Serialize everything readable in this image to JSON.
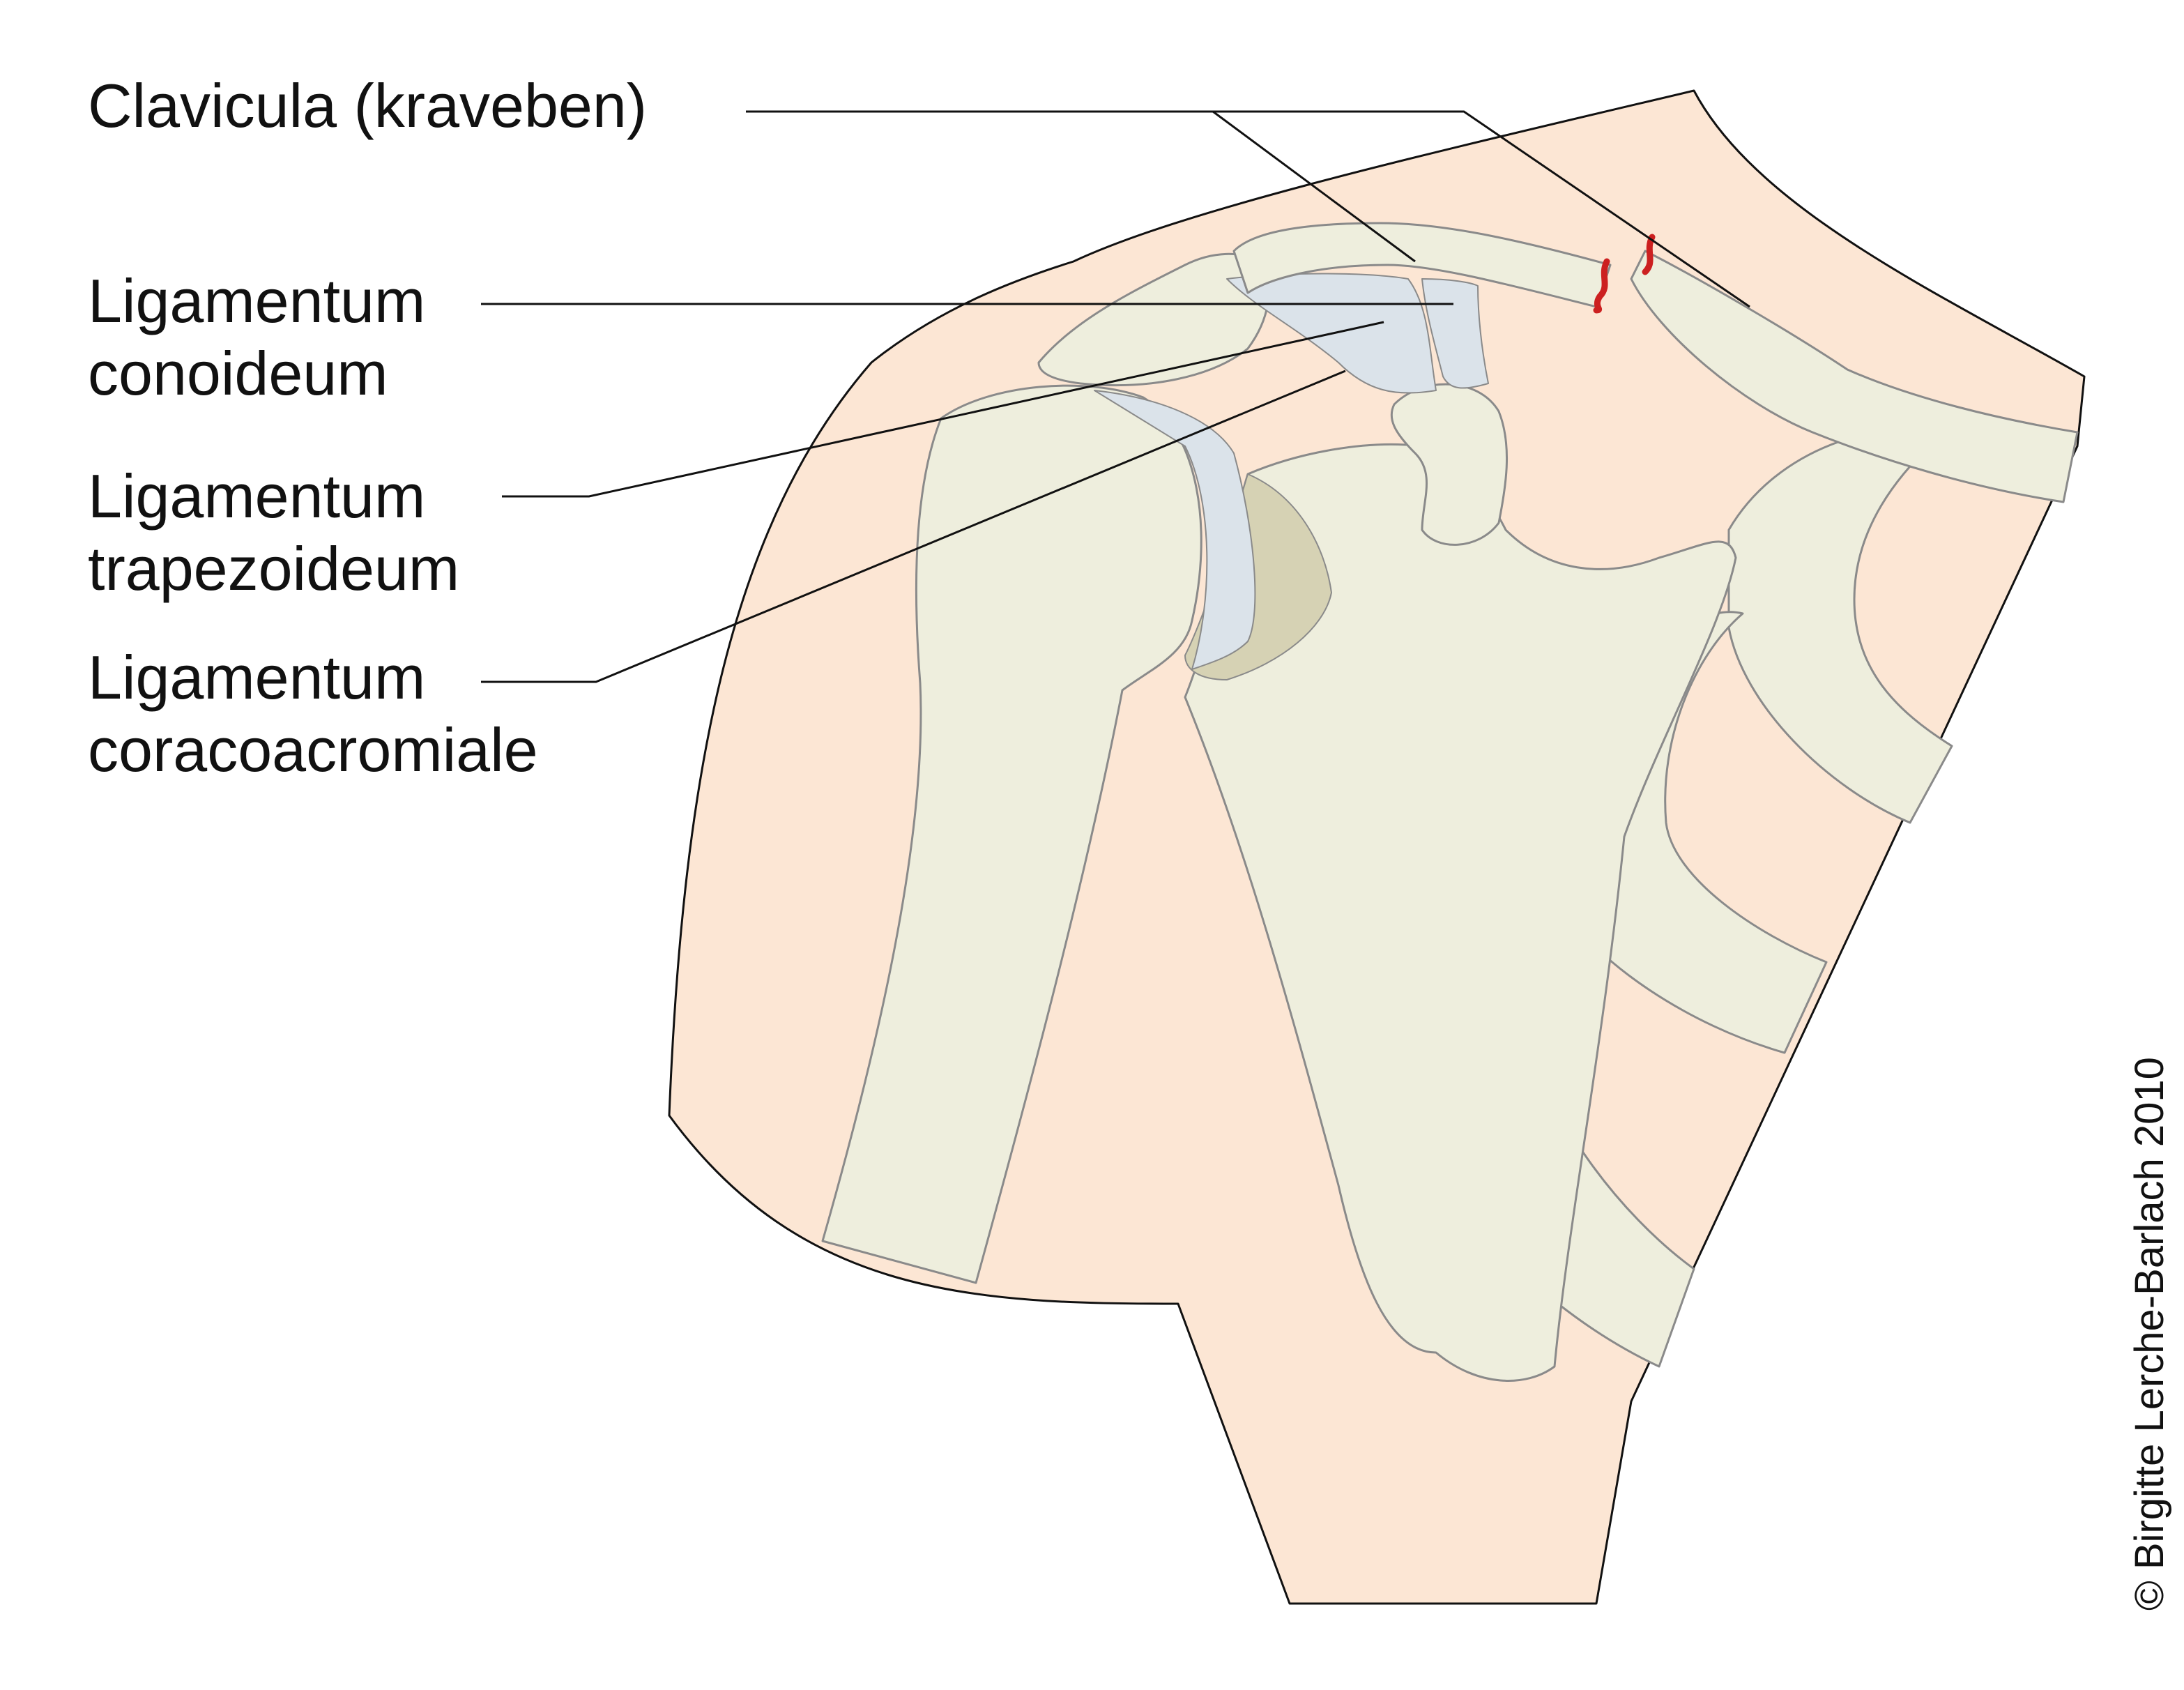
{
  "labels": {
    "clavicula": "Clavicula (kraveben)",
    "conoideum": [
      "Ligamentum",
      "conoideum"
    ],
    "trapezoideum": [
      "Ligamentum",
      "trapezoideum"
    ],
    "coracoacromiale": [
      "Ligamentum",
      "coracoacromiale"
    ]
  },
  "copyright": "© Birgitte Lerche-Barlach 2010",
  "colors": {
    "skin": "#fce6d4",
    "bone": "#eeeedd",
    "bone_shadow": "#d6d2b4",
    "ligament": "#dbe3ea",
    "outline": "#8a8a8a",
    "fracture": "#cc2020",
    "leader": "#111111"
  }
}
